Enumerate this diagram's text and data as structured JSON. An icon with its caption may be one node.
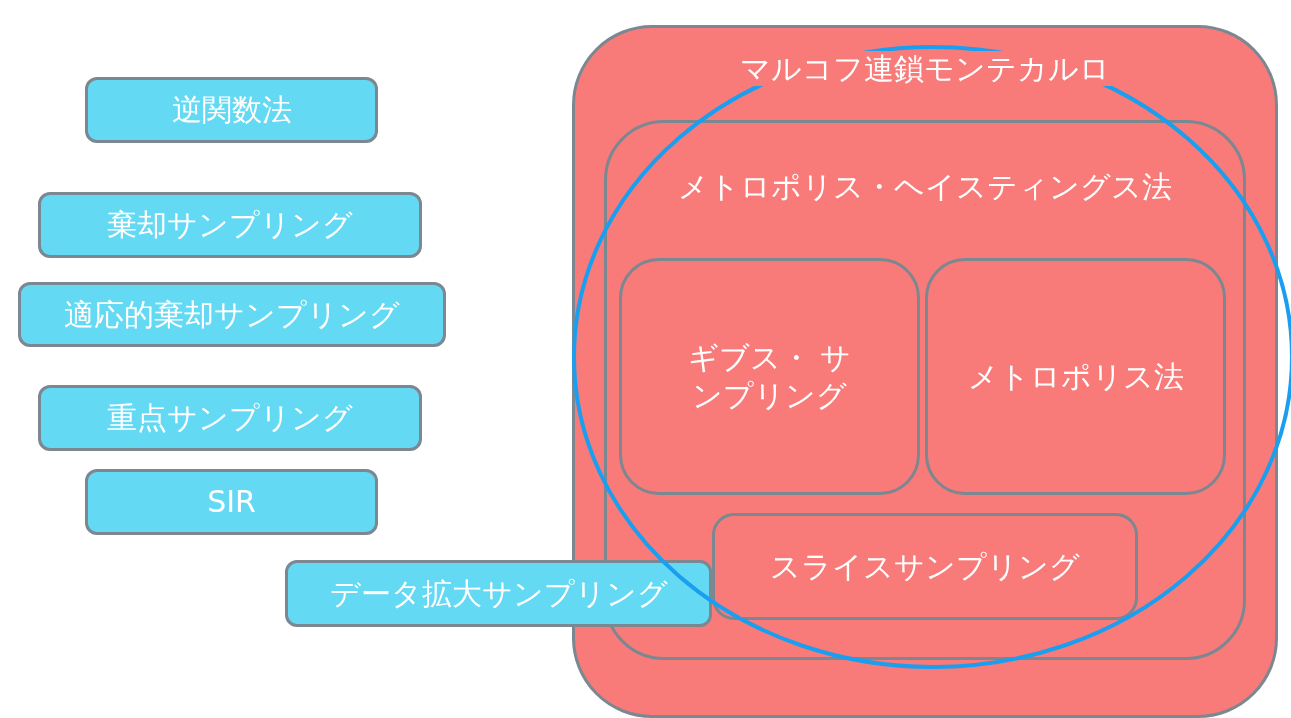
{
  "diagram": {
    "nodes": [
      {
        "text": [
          "逆関数法"
        ]
      },
      {
        "text": [
          "棄却サンプリング"
        ]
      },
      {
        "text": [
          "適応的棄却サンプリング"
        ]
      },
      {
        "text": [
          "重点サンプリング"
        ]
      },
      {
        "text": [
          "SIR"
        ]
      },
      {
        "text": [
          "マルコフ連鎖モンテカルロ"
        ]
      },
      {
        "text": [
          "メトロポリス・ヘイスティングス法"
        ],
        "in": 5
      },
      {
        "text": [
          "ギブス・ サンプリング"
        ],
        "in": 6
      },
      {
        "text": [
          "メトロポリス法"
        ],
        "in": 6
      },
      {
        "text": [
          "スライスサンプリング"
        ],
        "in": 6
      },
      {
        "text": [
          "データ拡大サンプリング"
        ]
      }
    ]
  }
}
